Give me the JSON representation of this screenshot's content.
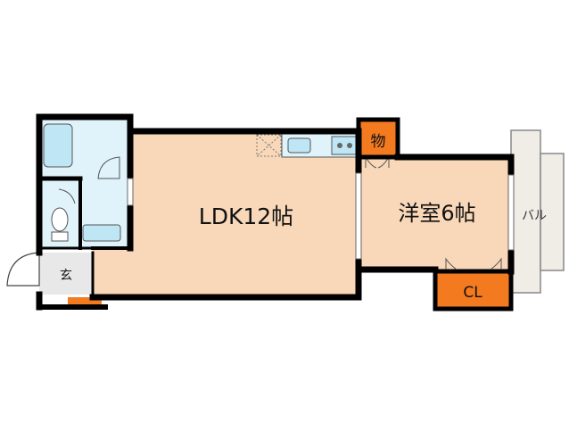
{
  "rooms": {
    "ldk": {
      "label": "LDK12帖"
    },
    "western": {
      "label": "洋室6帖"
    },
    "storage": {
      "label": "物"
    },
    "closet": {
      "label": "CL"
    },
    "entrance": {
      "label": "玄"
    },
    "balcony": {
      "label": "バル"
    }
  },
  "colors": {
    "room_fill": "#f8d8b8",
    "wet_fill": "#e0f2fa",
    "fixture_fill": "#bfe6f4",
    "storage_fill": "#f47a20",
    "balcony_fill": "#f0ece6",
    "entrance_fill": "#e8e8e8",
    "wall": "#000000"
  }
}
